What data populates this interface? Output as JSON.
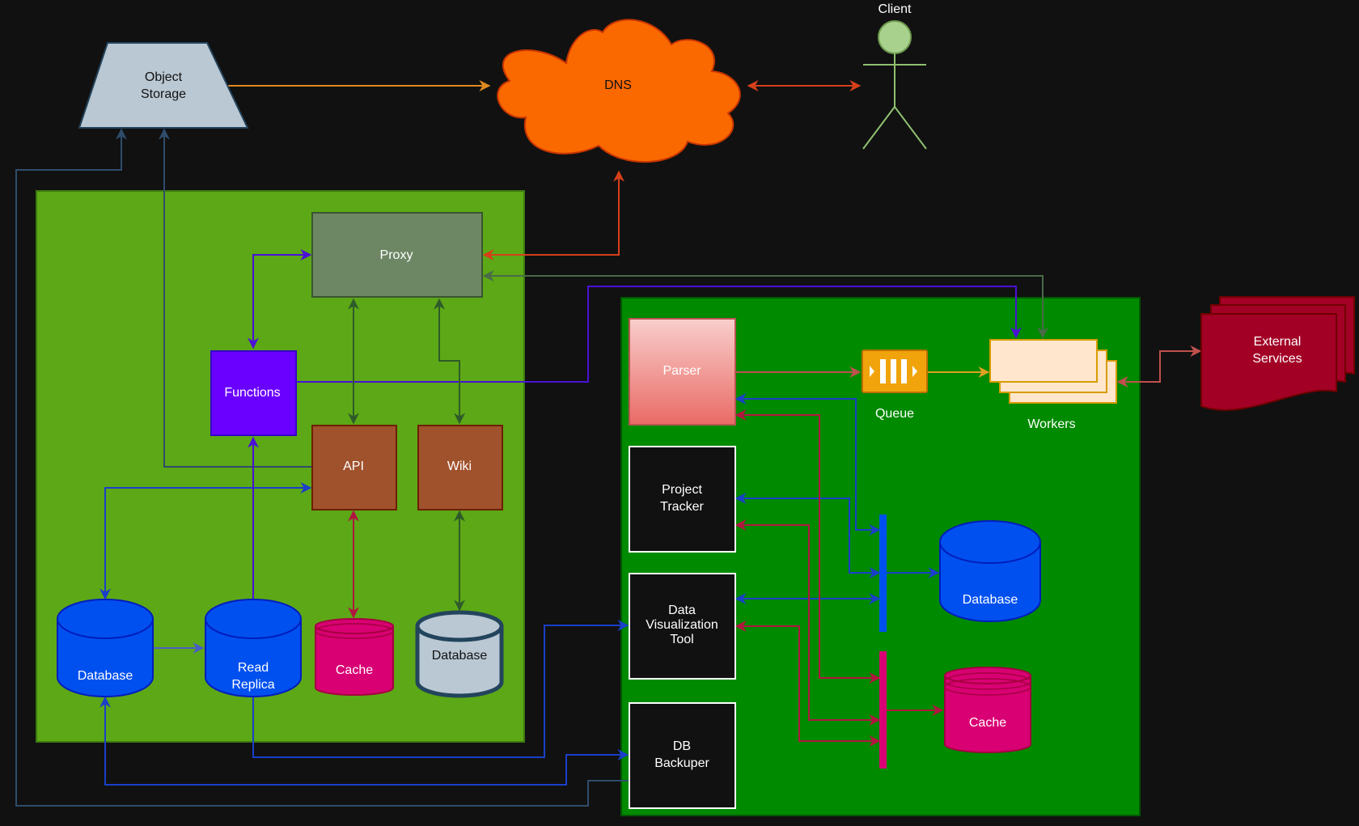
{
  "colors": {
    "background": "#111111",
    "left_zone": "#5ca816",
    "right_zone": "#008a00",
    "dns": "#fa6800",
    "client": "#a9d18e",
    "object_storage": "#bac8d3",
    "proxy": "#6d8764",
    "functions": "#6a00ff",
    "api_wiki": "#a0522d",
    "db_blue": "#0050ef",
    "cache": "#d80073",
    "db_gray": "#bac8d3",
    "queue": "#f0a30a",
    "workers": "#ffe6cc",
    "external": "#a20025"
  },
  "nodes": {
    "client": {
      "label": "Client",
      "icon": "actor-icon"
    },
    "dns": {
      "label": "DNS",
      "icon": "cloud-icon"
    },
    "object_storage": {
      "label_line1": "Object",
      "label_line2": "Storage"
    },
    "proxy": {
      "label": "Proxy"
    },
    "functions": {
      "label": "Functions"
    },
    "api": {
      "label": "API"
    },
    "wiki": {
      "label": "Wiki"
    },
    "left_database": {
      "label": "Database"
    },
    "read_replica": {
      "label_line1": "Read",
      "label_line2": "Replica"
    },
    "left_cache": {
      "label": "Cache"
    },
    "wiki_database": {
      "label": "Database"
    },
    "parser": {
      "label": "Parser"
    },
    "queue": {
      "label": "Queue",
      "icon": "queue-icon"
    },
    "workers": {
      "label": "Workers"
    },
    "external_services": {
      "label_line1": "External",
      "label_line2": "Services"
    },
    "project_tracker": {
      "label_line1": "Project",
      "label_line2": "Tracker"
    },
    "data_viz_tool": {
      "label_line1": "Data",
      "label_line2": "Visualization",
      "label_line3": "Tool"
    },
    "db_backuper": {
      "label_line1": "DB",
      "label_line2": "Backuper"
    },
    "right_database": {
      "label": "Database"
    },
    "right_cache": {
      "label": "Cache"
    }
  }
}
